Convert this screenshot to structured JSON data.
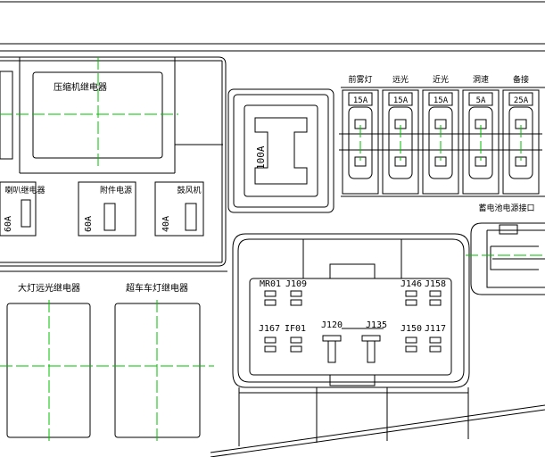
{
  "relays_top": {
    "compressor": "压缩机继电器"
  },
  "fuses_mid": [
    {
      "label": "喇叭继电器",
      "rating": "60A"
    },
    {
      "label": "附件电源",
      "rating": "60A"
    },
    {
      "label": "鼓风机",
      "rating": "40A"
    }
  ],
  "main_fuse": {
    "rating": "100A"
  },
  "fuse_row": [
    {
      "label": "前雾灯",
      "rating": "15A"
    },
    {
      "label": "远光",
      "rating": "15A"
    },
    {
      "label": "近光",
      "rating": "15A"
    },
    {
      "label": "洞速",
      "rating": "5A"
    },
    {
      "label": "备接",
      "rating": "25A"
    }
  ],
  "connector": {
    "label": "蓄电池电源接口"
  },
  "relays_bottom": [
    {
      "label": "大灯远光继电器"
    },
    {
      "label": "超车车灯继电器"
    }
  ],
  "junctions": {
    "mr01": "MR01",
    "j109": "J109",
    "j146": "J146",
    "j158": "J158",
    "j167": "J167",
    "if01": "IF01",
    "j120": "J120",
    "j135": "J135",
    "j150": "J150",
    "j117": "J117"
  },
  "colors": {
    "line": "#000000",
    "centerline": "#00c000"
  }
}
